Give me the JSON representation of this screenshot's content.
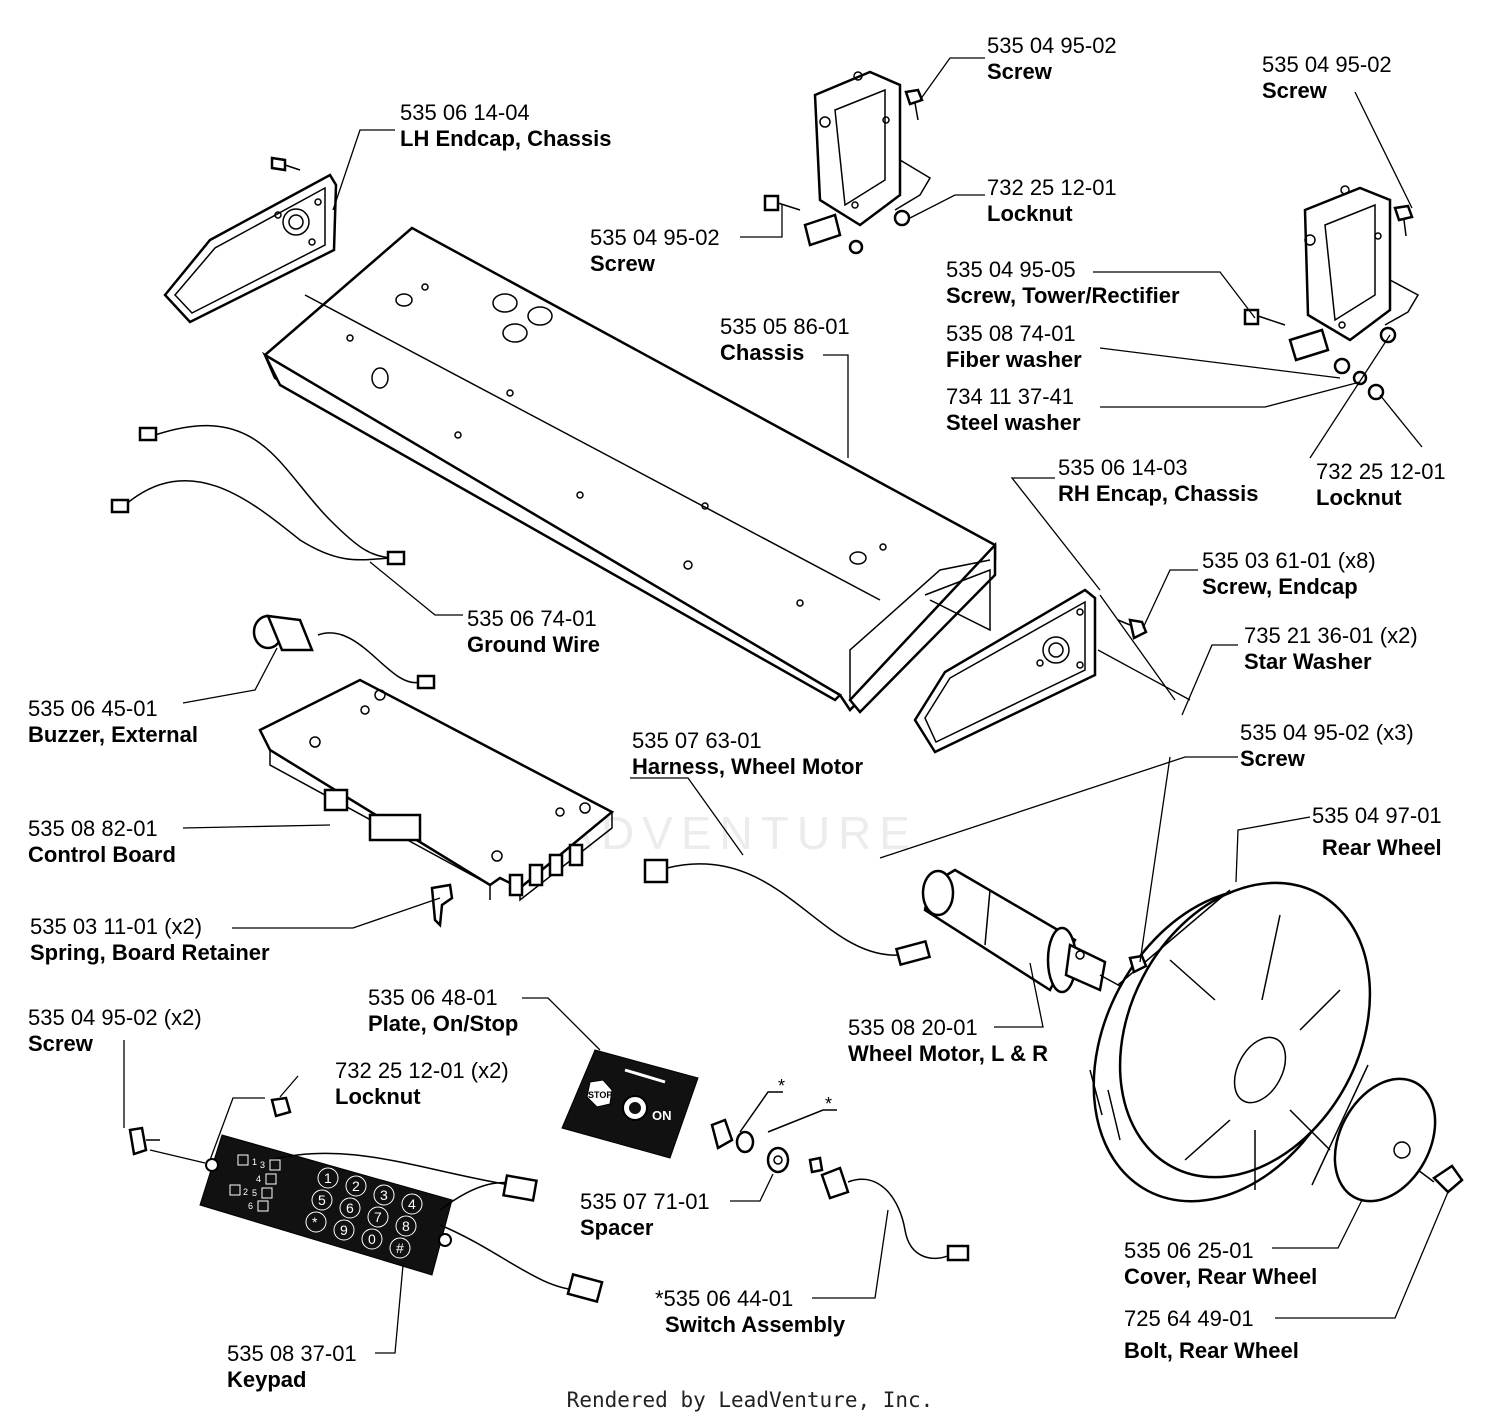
{
  "watermark": "LEADVENTURE",
  "footer": "Rendered by LeadVenture, Inc.",
  "callouts": [
    {
      "id": "screw-top-1",
      "number": "535 04 95-02",
      "name": "Screw"
    },
    {
      "id": "screw-top-2",
      "number": "535 04 95-02",
      "name": "Screw"
    },
    {
      "id": "lh-endcap",
      "number": "535 06 14-04",
      "name": "LH Endcap, Chassis"
    },
    {
      "id": "locknut-top",
      "number": "732 25 12-01",
      "name": "Locknut"
    },
    {
      "id": "screw-left-bracket",
      "number": "535 04 95-02",
      "name": "Screw"
    },
    {
      "id": "screw-tower",
      "number": "535 04 95-05",
      "name": "Screw, Tower/Rectifier"
    },
    {
      "id": "chassis",
      "number": "535 05 86-01",
      "name": "Chassis"
    },
    {
      "id": "fiber-washer",
      "number": "535 08 74-01",
      "name": "Fiber washer"
    },
    {
      "id": "steel-washer",
      "number": "734 11 37-41",
      "name": "Steel washer"
    },
    {
      "id": "rh-encap",
      "number": "535 06 14-03",
      "name": "RH Encap, Chassis"
    },
    {
      "id": "locknut-right",
      "number": "732 25 12-01",
      "name": "Locknut"
    },
    {
      "id": "screw-endcap",
      "number": "535 03 61-01 (x8)",
      "name": "Screw, Endcap"
    },
    {
      "id": "ground-wire",
      "number": "535 06 74-01",
      "name": "Ground Wire"
    },
    {
      "id": "star-washer",
      "number": "735 21 36-01 (x2)",
      "name": "Star Washer"
    },
    {
      "id": "buzzer",
      "number": "535 06 45-01",
      "name": "Buzzer, External"
    },
    {
      "id": "harness",
      "number": "535 07 63-01",
      "name": "Harness, Wheel Motor"
    },
    {
      "id": "screw-wheel",
      "number": "535 04 95-02 (x3)",
      "name": "Screw"
    },
    {
      "id": "rear-wheel",
      "number": "535 04 97-01",
      "name": "Rear Wheel"
    },
    {
      "id": "control-board",
      "number": "535 08 82-01",
      "name": "Control Board"
    },
    {
      "id": "spring-retainer",
      "number": "535 03 11-01 (x2)",
      "name": "Spring, Board Retainer"
    },
    {
      "id": "plate-onstop",
      "number": "535 06 48-01",
      "name": "Plate, On/Stop"
    },
    {
      "id": "wheel-motor",
      "number": "535 08 20-01",
      "name": "Wheel Motor, L & R"
    },
    {
      "id": "screw-keypad",
      "number": "535 04 95-02 (x2)",
      "name": "Screw"
    },
    {
      "id": "locknut-keypad",
      "number": "732 25 12-01 (x2)",
      "name": "Locknut"
    },
    {
      "id": "spacer",
      "number": "535 07 71-01",
      "name": "Spacer"
    },
    {
      "id": "cover-wheel",
      "number": "535 06 25-01",
      "name": "Cover, Rear Wheel"
    },
    {
      "id": "switch-assembly",
      "number": "*535 06 44-01",
      "name": "Switch Assembly"
    },
    {
      "id": "bolt-wheel",
      "number": "725 64 49-01",
      "name": "Bolt, Rear Wheel"
    },
    {
      "id": "keypad",
      "number": "535 08 37-01",
      "name": "Keypad"
    }
  ],
  "part_markings": {
    "asterisk": "*",
    "stop": "STOP",
    "on": "ON",
    "keypad_keys": [
      "1",
      "2",
      "3",
      "4",
      "5",
      "6",
      "7",
      "8",
      "9",
      "0",
      "*",
      "#"
    ],
    "keypad_left": [
      "1",
      "2",
      "3",
      "4",
      "5",
      "6"
    ]
  }
}
